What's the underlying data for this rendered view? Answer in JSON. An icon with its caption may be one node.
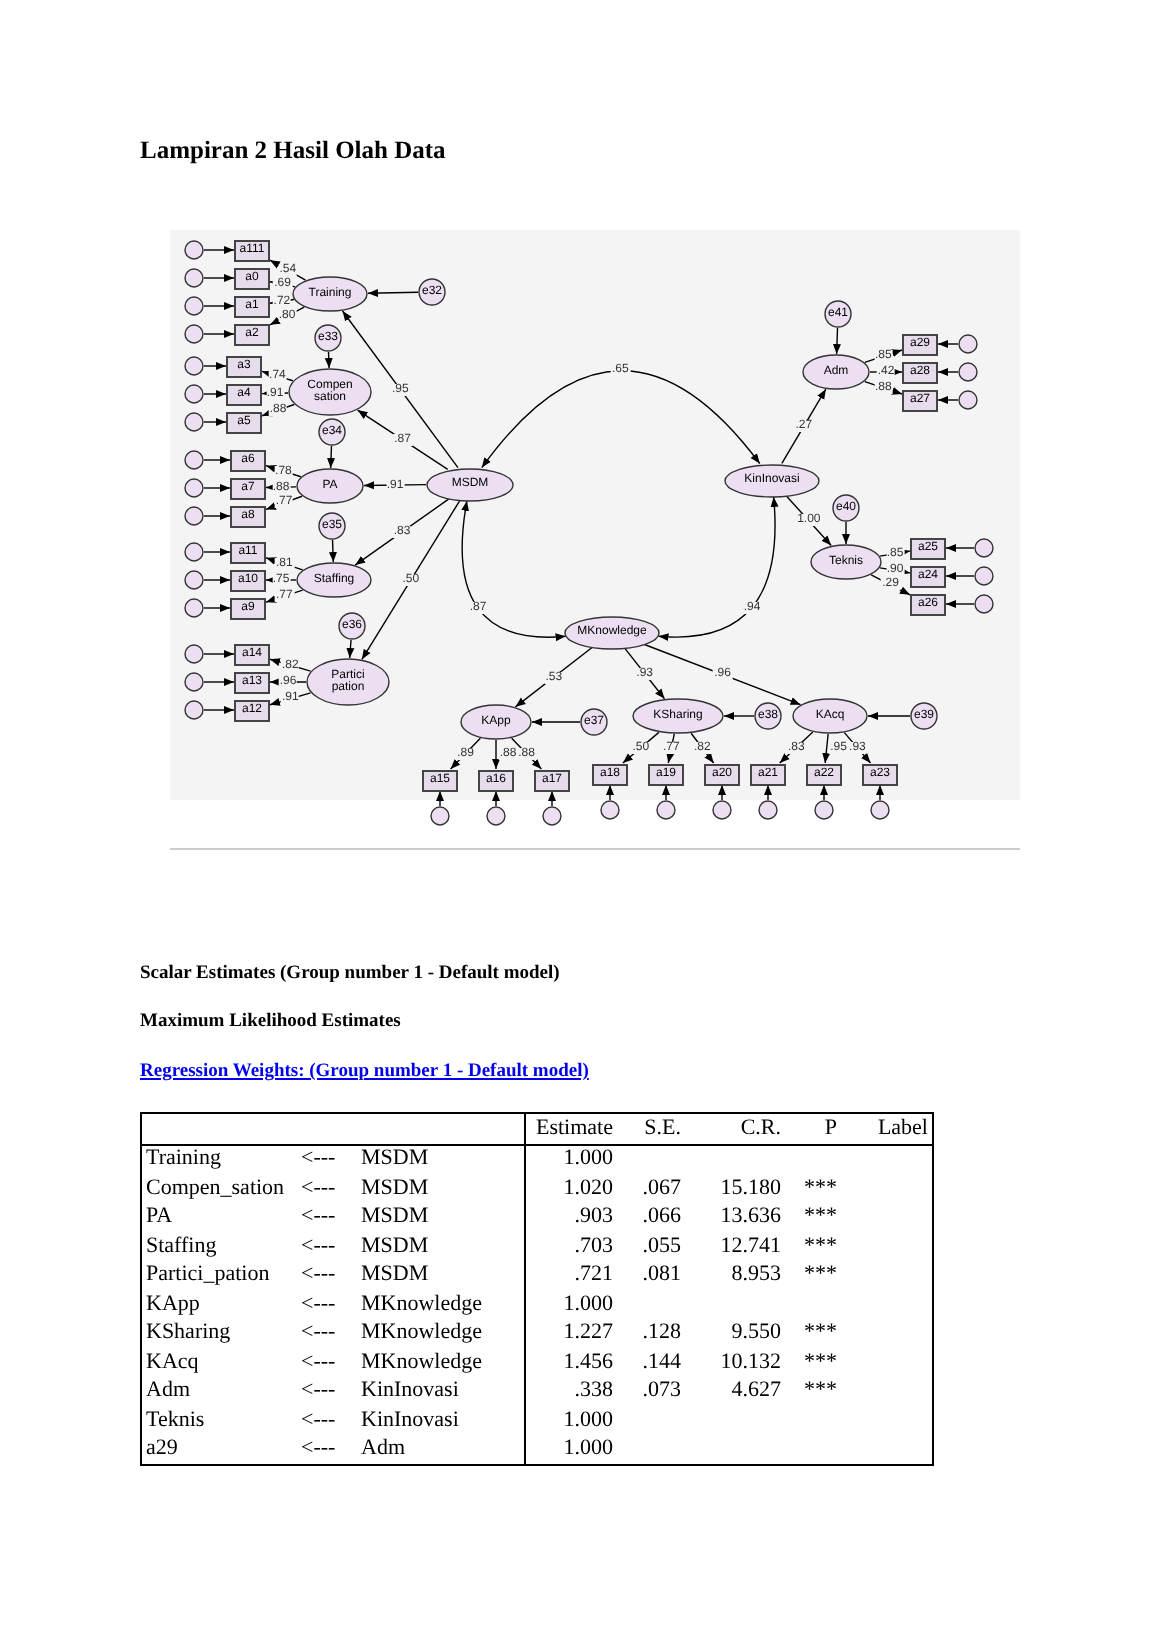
{
  "diagram": {
    "title": "Lampiran 2 Hasil Olah Data",
    "nodes": [
      {
        "text": [
          "Training"
        ]
      },
      {
        "text": [
          "Compen sation"
        ]
      },
      {
        "text": [
          "PA"
        ]
      },
      {
        "text": [
          "Staffing"
        ]
      },
      {
        "text": [
          "Partici pation"
        ]
      },
      {
        "text": [
          "MSDM"
        ]
      },
      {
        "text": [
          "Adm"
        ]
      },
      {
        "text": [
          "KinInovasi"
        ]
      },
      {
        "text": [
          "Teknis"
        ]
      },
      {
        "text": [
          "MKnowledge"
        ]
      },
      {
        "text": [
          "KApp"
        ]
      },
      {
        "text": [
          "KSharing"
        ]
      },
      {
        "text": [
          "KAcq"
        ]
      },
      {
        "text": [
          "e32"
        ]
      },
      {
        "text": [
          "e33"
        ]
      },
      {
        "text": [
          "e34"
        ]
      },
      {
        "text": [
          "e35"
        ]
      },
      {
        "text": [
          "e36"
        ]
      },
      {
        "text": [
          "e37"
        ]
      },
      {
        "text": [
          "e38"
        ]
      },
      {
        "text": [
          "e39"
        ]
      },
      {
        "text": [
          "e40"
        ]
      },
      {
        "text": [
          "e41"
        ]
      },
      {
        "text": [
          "a111"
        ]
      },
      {
        "text": [
          "a0"
        ]
      },
      {
        "text": [
          "a1"
        ]
      },
      {
        "text": [
          "a2"
        ]
      },
      {
        "text": [
          "a3"
        ]
      },
      {
        "text": [
          "a4"
        ]
      },
      {
        "text": [
          "a5"
        ]
      },
      {
        "text": [
          "a6"
        ]
      },
      {
        "text": [
          "a7"
        ]
      },
      {
        "text": [
          "a8"
        ]
      },
      {
        "text": [
          "a11"
        ]
      },
      {
        "text": [
          "a10"
        ]
      },
      {
        "text": [
          "a9"
        ]
      },
      {
        "text": [
          "a14"
        ]
      },
      {
        "text": [
          "a13"
        ]
      },
      {
        "text": [
          "a12"
        ]
      },
      {
        "text": [
          "a15"
        ]
      },
      {
        "text": [
          "a16"
        ]
      },
      {
        "text": [
          "a17"
        ]
      },
      {
        "text": [
          "a18"
        ]
      },
      {
        "text": [
          "a19"
        ]
      },
      {
        "text": [
          "a20"
        ]
      },
      {
        "text": [
          "a21"
        ]
      },
      {
        "text": [
          "a22"
        ]
      },
      {
        "text": [
          "a23"
        ]
      },
      {
        "text": [
          "a29"
        ]
      },
      {
        "text": [
          "a28"
        ]
      },
      {
        "text": [
          "a27"
        ]
      },
      {
        "text": [
          "a25"
        ]
      },
      {
        "text": [
          "a24"
        ]
      },
      {
        "text": [
          "a26"
        ]
      },
      {
        "text": [],
        "shape": "circle"
      },
      {
        "text": [],
        "shape": "circle"
      },
      {
        "text": [],
        "shape": "circle"
      },
      {
        "text": [],
        "shape": "circle"
      },
      {
        "text": [],
        "shape": "circle"
      },
      {
        "text": [],
        "shape": "circle"
      },
      {
        "text": [],
        "shape": "circle"
      },
      {
        "text": [],
        "shape": "circle"
      },
      {
        "text": [],
        "shape": "circle"
      },
      {
        "text": [],
        "shape": "circle"
      },
      {
        "text": [],
        "shape": "circle"
      },
      {
        "text": [],
        "shape": "circle"
      },
      {
        "text": [],
        "shape": "circle"
      },
      {
        "text": [],
        "shape": "circle"
      },
      {
        "text": [],
        "shape": "circle"
      },
      {
        "text": [],
        "shape": "circle"
      },
      {
        "text": [],
        "shape": "circle"
      },
      {
        "text": [],
        "shape": "circle"
      },
      {
        "text": [],
        "shape": "circle"
      },
      {
        "text": [],
        "shape": "circle"
      },
      {
        "text": [],
        "shape": "circle"
      },
      {
        "text": [],
        "shape": "circle"
      },
      {
        "text": [],
        "shape": "circle"
      },
      {
        "text": [],
        "shape": "circle"
      },
      {
        "text": [],
        "shape": "circle"
      },
      {
        "text": [],
        "shape": "circle"
      },
      {
        "text": [],
        "shape": "circle"
      },
      {
        "text": [],
        "shape": "circle"
      },
      {
        "text": [],
        "shape": "circle"
      },
      {
        "text": [],
        "shape": "circle"
      },
      {
        "text": [],
        "shape": "circle"
      }
    ],
    "edges": [
      {
        "from": 5,
        "to": 0,
        "arrow": "to",
        "label": ".95"
      },
      {
        "from": 5,
        "to": 1,
        "arrow": "to",
        "label": ".87"
      },
      {
        "from": 5,
        "to": 2,
        "arrow": "to",
        "label": ".91"
      },
      {
        "from": 5,
        "to": 3,
        "arrow": "to",
        "label": ".83"
      },
      {
        "from": 5,
        "to": 4,
        "arrow": "to",
        "label": ".50"
      },
      {
        "from": 7,
        "to": 6,
        "arrow": "to",
        "label": ".27"
      },
      {
        "from": 7,
        "to": 8,
        "arrow": "to",
        "label": "1.00"
      },
      {
        "from": 9,
        "to": 10,
        "arrow": "to",
        "label": ".53"
      },
      {
        "from": 9,
        "to": 11,
        "arrow": "to",
        "label": ".93"
      },
      {
        "from": 9,
        "to": 12,
        "arrow": "to",
        "label": ".96"
      },
      {
        "from": 5,
        "to": 7,
        "arrow": "both",
        "label": ".65"
      },
      {
        "from": 5,
        "to": 9,
        "arrow": "both",
        "label": ".87"
      },
      {
        "from": 7,
        "to": 9,
        "arrow": "both",
        "label": ".94"
      },
      {
        "from": 13,
        "to": 0,
        "arrow": "to"
      },
      {
        "from": 14,
        "to": 1,
        "arrow": "to"
      },
      {
        "from": 15,
        "to": 2,
        "arrow": "to"
      },
      {
        "from": 16,
        "to": 3,
        "arrow": "to"
      },
      {
        "from": 17,
        "to": 4,
        "arrow": "to"
      },
      {
        "from": 18,
        "to": 10,
        "arrow": "to"
      },
      {
        "from": 19,
        "to": 11,
        "arrow": "to"
      },
      {
        "from": 20,
        "to": 12,
        "arrow": "to"
      },
      {
        "from": 21,
        "to": 8,
        "arrow": "to"
      },
      {
        "from": 22,
        "to": 6,
        "arrow": "to"
      },
      {
        "from": 0,
        "to": 23,
        "arrow": "to",
        "label": ".54"
      },
      {
        "from": 0,
        "to": 24,
        "arrow": "to",
        "label": ".69"
      },
      {
        "from": 0,
        "to": 25,
        "arrow": "to",
        "label": ".72"
      },
      {
        "from": 0,
        "to": 26,
        "arrow": "to",
        "label": ".80"
      },
      {
        "from": 1,
        "to": 27,
        "arrow": "to",
        "label": ".74"
      },
      {
        "from": 1,
        "to": 28,
        "arrow": "to",
        "label": ".91"
      },
      {
        "from": 1,
        "to": 29,
        "arrow": "to",
        "label": ".88"
      },
      {
        "from": 2,
        "to": 30,
        "arrow": "to",
        "label": ".78"
      },
      {
        "from": 2,
        "to": 31,
        "arrow": "to",
        "label": ".88"
      },
      {
        "from": 2,
        "to": 32,
        "arrow": "to",
        "label": ".77"
      },
      {
        "from": 3,
        "to": 33,
        "arrow": "to",
        "label": ".81"
      },
      {
        "from": 3,
        "to": 34,
        "arrow": "to",
        "label": ".75"
      },
      {
        "from": 3,
        "to": 35,
        "arrow": "to",
        "label": ".77"
      },
      {
        "from": 4,
        "to": 36,
        "arrow": "to",
        "label": ".82"
      },
      {
        "from": 4,
        "to": 37,
        "arrow": "to",
        "label": ".96"
      },
      {
        "from": 4,
        "to": 38,
        "arrow": "to",
        "label": ".91"
      },
      {
        "from": 10,
        "to": 39,
        "arrow": "to",
        "label": ".89"
      },
      {
        "from": 10,
        "to": 40,
        "arrow": "to",
        "label": ".88"
      },
      {
        "from": 10,
        "to": 41,
        "arrow": "to",
        "label": ".88"
      },
      {
        "from": 11,
        "to": 42,
        "arrow": "to",
        "label": ".50"
      },
      {
        "from": 11,
        "to": 43,
        "arrow": "to",
        "label": ".77"
      },
      {
        "from": 11,
        "to": 44,
        "arrow": "to",
        "label": ".82"
      },
      {
        "from": 12,
        "to": 45,
        "arrow": "to",
        "label": ".83"
      },
      {
        "from": 12,
        "to": 46,
        "arrow": "to",
        "label": ".95"
      },
      {
        "from": 12,
        "to": 47,
        "arrow": "to",
        "label": ".93"
      },
      {
        "from": 6,
        "to": 48,
        "arrow": "to",
        "label": ".85"
      },
      {
        "from": 6,
        "to": 49,
        "arrow": "to",
        "label": ".42"
      },
      {
        "from": 6,
        "to": 50,
        "arrow": "to",
        "label": ".88"
      },
      {
        "from": 8,
        "to": 51,
        "arrow": "to",
        "label": ".85"
      },
      {
        "from": 8,
        "to": 52,
        "arrow": "to",
        "label": ".90"
      },
      {
        "from": 8,
        "to": 53,
        "arrow": "to",
        "label": ".29"
      },
      {
        "from": 54,
        "to": 23,
        "arrow": "to"
      },
      {
        "from": 55,
        "to": 24,
        "arrow": "to"
      },
      {
        "from": 56,
        "to": 25,
        "arrow": "to"
      },
      {
        "from": 57,
        "to": 26,
        "arrow": "to"
      },
      {
        "from": 58,
        "to": 27,
        "arrow": "to"
      },
      {
        "from": 59,
        "to": 28,
        "arrow": "to"
      },
      {
        "from": 60,
        "to": 29,
        "arrow": "to"
      },
      {
        "from": 61,
        "to": 30,
        "arrow": "to"
      },
      {
        "from": 62,
        "to": 31,
        "arrow": "to"
      },
      {
        "from": 63,
        "to": 32,
        "arrow": "to"
      },
      {
        "from": 64,
        "to": 33,
        "arrow": "to"
      },
      {
        "from": 65,
        "to": 34,
        "arrow": "to"
      },
      {
        "from": 66,
        "to": 35,
        "arrow": "to"
      },
      {
        "from": 67,
        "to": 36,
        "arrow": "to"
      },
      {
        "from": 68,
        "to": 37,
        "arrow": "to"
      },
      {
        "from": 69,
        "to": 38,
        "arrow": "to"
      },
      {
        "from": 70,
        "to": 39,
        "arrow": "to"
      },
      {
        "from": 71,
        "to": 40,
        "arrow": "to"
      },
      {
        "from": 72,
        "to": 41,
        "arrow": "to"
      },
      {
        "from": 73,
        "to": 42,
        "arrow": "to"
      },
      {
        "from": 74,
        "to": 43,
        "arrow": "to"
      },
      {
        "from": 75,
        "to": 44,
        "arrow": "to"
      },
      {
        "from": 76,
        "to": 45,
        "arrow": "to"
      },
      {
        "from": 77,
        "to": 46,
        "arrow": "to"
      },
      {
        "from": 78,
        "to": 47,
        "arrow": "to"
      },
      {
        "from": 79,
        "to": 48,
        "arrow": "to"
      },
      {
        "from": 80,
        "to": 49,
        "arrow": "to"
      },
      {
        "from": 81,
        "to": 50,
        "arrow": "to"
      },
      {
        "from": 82,
        "to": 51,
        "arrow": "to"
      },
      {
        "from": 83,
        "to": 52,
        "arrow": "to"
      },
      {
        "from": 84,
        "to": 53,
        "arrow": "to"
      }
    ],
    "labels": [
      "Scalar Estimates (Group number 1 - Default model)",
      "Maximum Likelihood Estimates",
      "Regression Weights: (Group number 1 - Default model)",
      "Estimate",
      "S.E.",
      "C.R.",
      "P",
      "Label",
      "Training",
      "<---",
      "MSDM",
      "1.000",
      "Compen_sation",
      "<---",
      "MSDM",
      "1.020",
      ".067",
      "15.180",
      "***",
      "PA",
      "<---",
      "MSDM",
      ".903",
      ".066",
      "13.636",
      "***",
      "Staffing",
      "<---",
      "MSDM",
      ".703",
      ".055",
      "12.741",
      "***",
      "Partici_pation",
      "<---",
      "MSDM",
      ".721",
      ".081",
      "8.953",
      "***",
      "KApp",
      "<---",
      "MKnowledge",
      "1.000",
      "KSharing",
      "<---",
      "MKnowledge",
      "1.227",
      ".128",
      "9.550",
      "***",
      "KAcq",
      "<---",
      "MKnowledge",
      "1.456",
      ".144",
      "10.132",
      "***",
      "Adm",
      "<---",
      "KinInovasi",
      ".338",
      ".073",
      "4.627",
      "***",
      "Teknis",
      "<---",
      "KinInovasi",
      "1.000",
      "a29",
      "<---",
      "Adm",
      "1.000"
    ]
  }
}
